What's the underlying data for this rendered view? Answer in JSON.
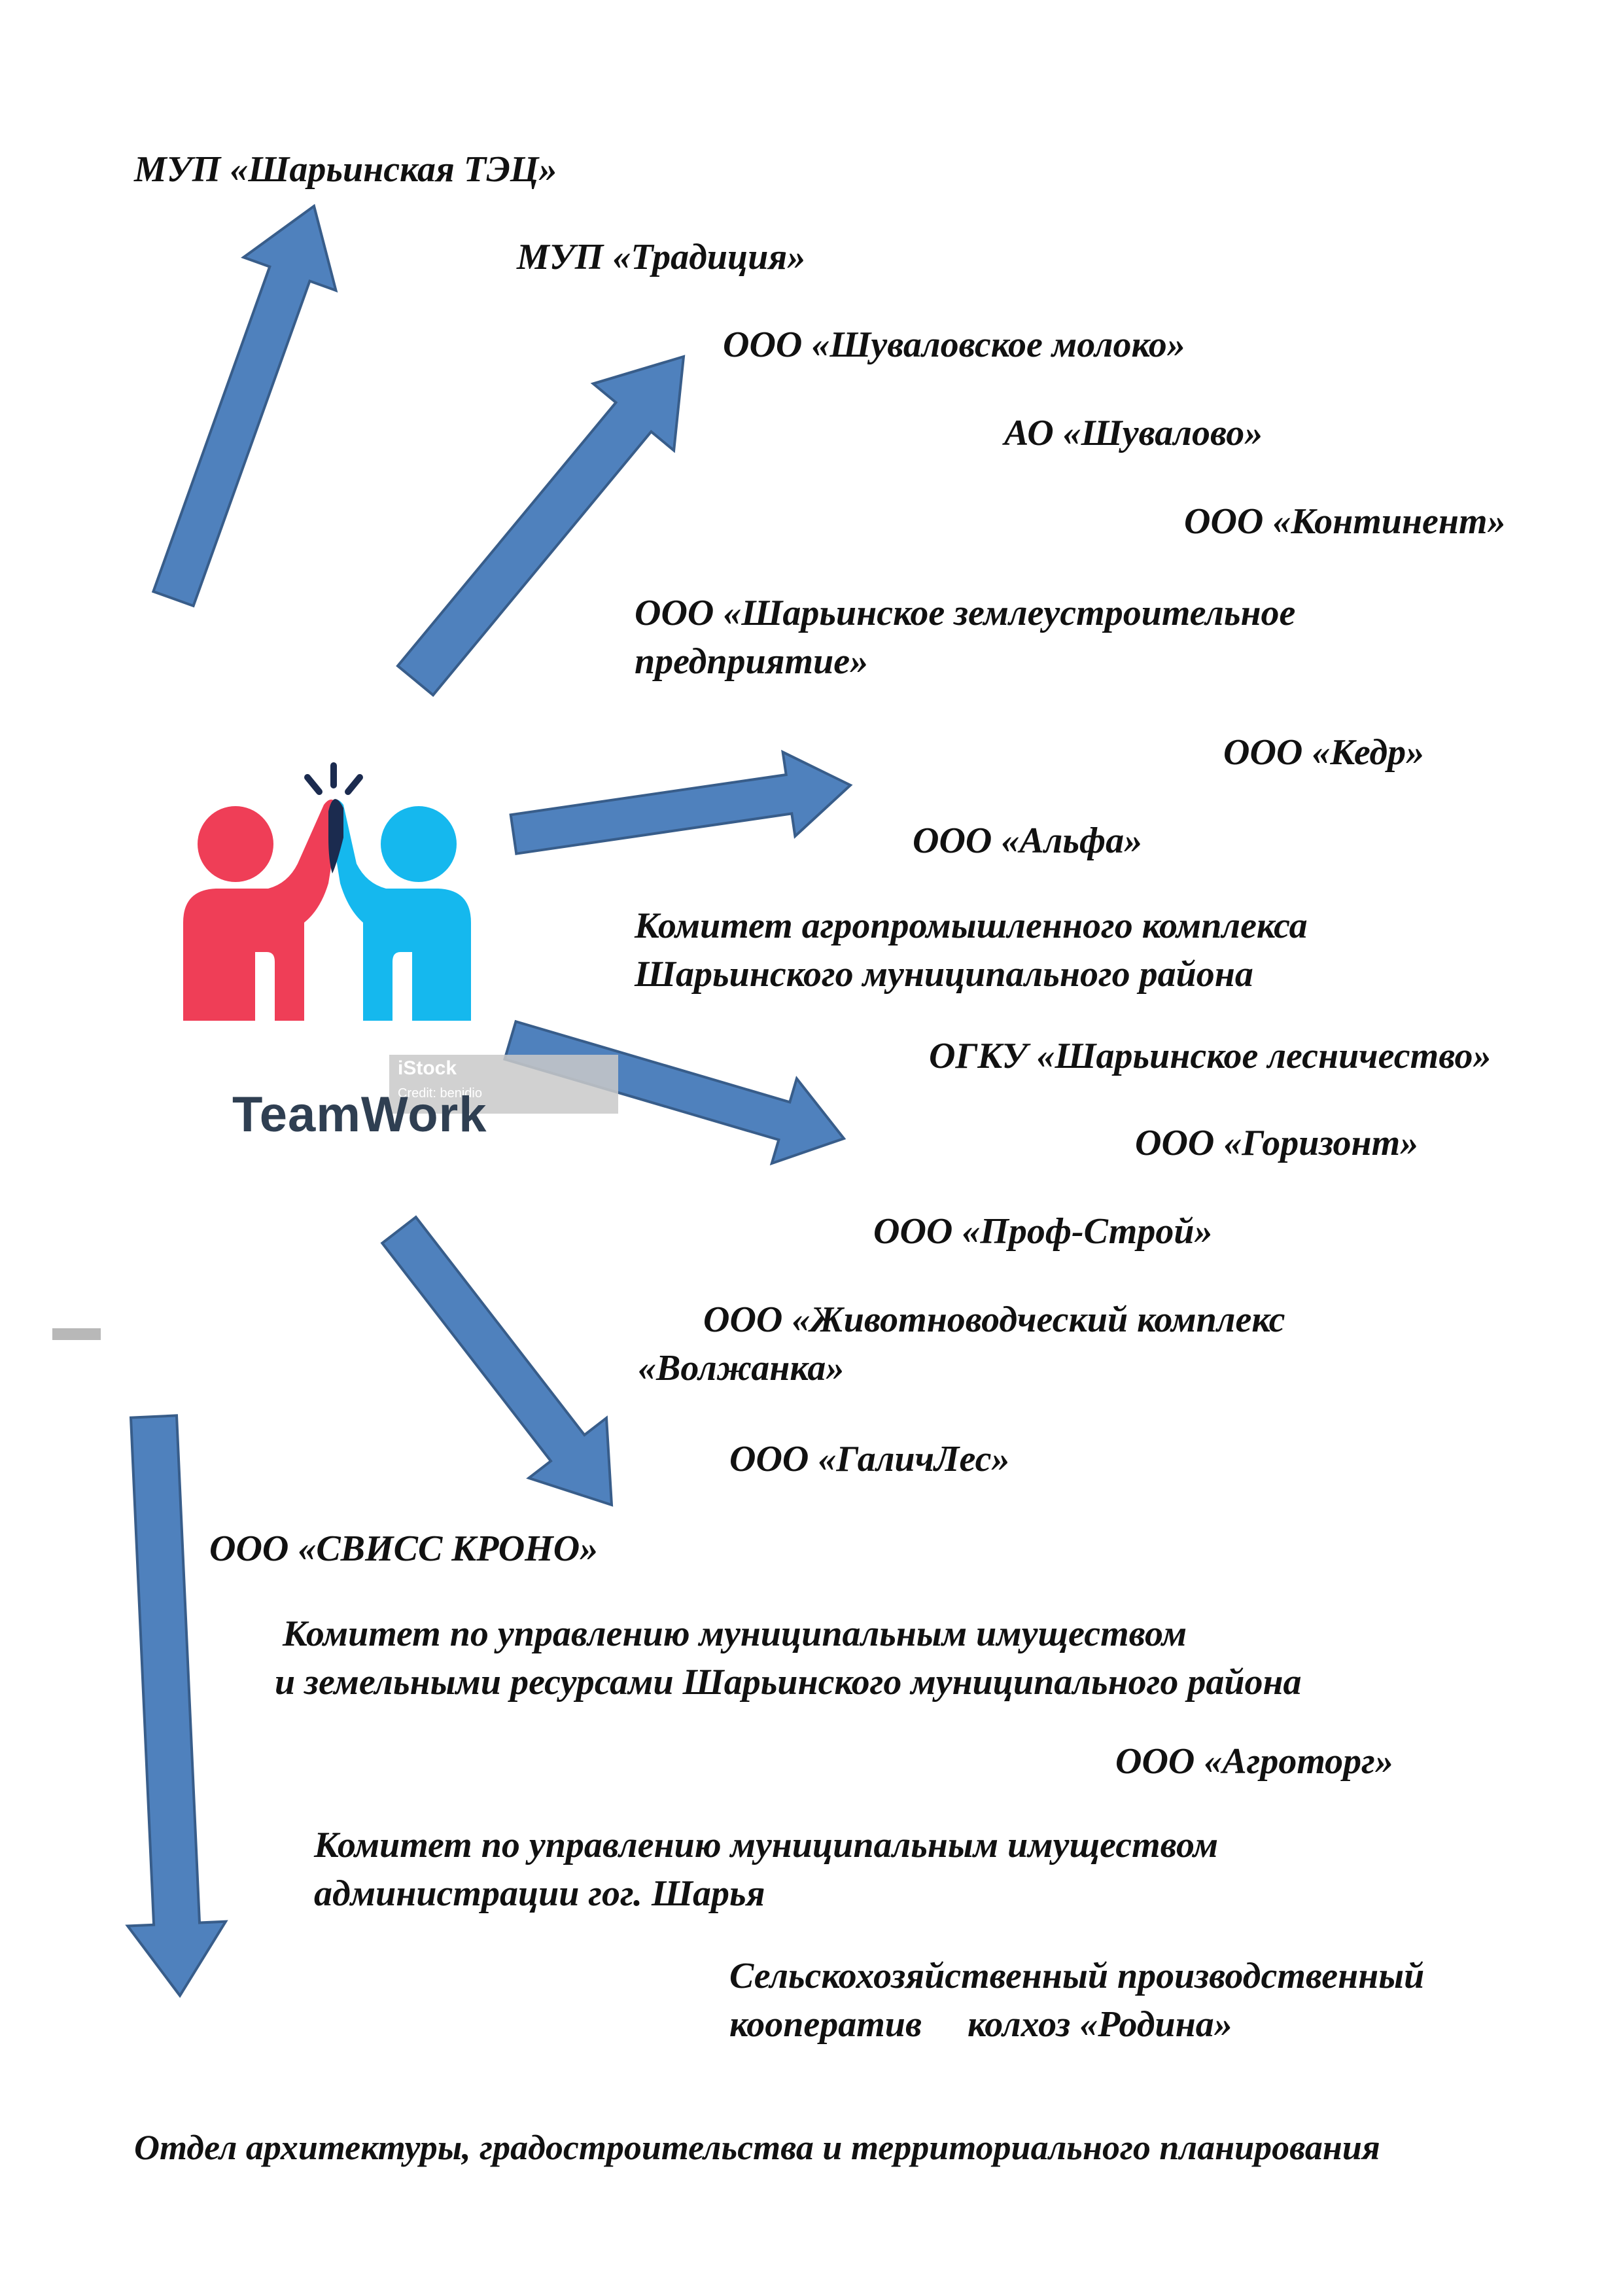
{
  "labels": {
    "mup_tec": "МУП «Шарьинская ТЭЦ»",
    "mup_tradiciya": "МУП «Традиция»",
    "shuvalovskoe_moloko": "ООО «Шуваловское молоко»",
    "ao_shuvalovo": "АО «Шувалово»",
    "kontinent": "ООО «Континент»",
    "zemleustroitelnoe_1": "ООО «Шарьинское землеустроительное",
    "zemleustroitelnoe_2": "предприятие»",
    "kedr": "ООО «Кедр»",
    "alfa": "ООО «Альфа»",
    "komitet_apk_1": "Комитет агропромышленного комплекса",
    "komitet_apk_2": "Шарьинского муниципального района",
    "lesnichestvo": "ОГКУ «Шарьинское лесничество»",
    "gorizont": "ООО «Горизонт»",
    "prof_stroy": "ООО «Проф-Строй»",
    "volzhanka_1": "ООО «Животноводческий комплекс",
    "volzhanka_2": "«Волжанка»",
    "galichles": "ООО «ГаличЛес»",
    "swiss_krono": "ООО «СВИСС КРОНО»",
    "komitet_imushch_1": "Комитет по управлению муниципальным имуществом",
    "komitet_imushch_2": "и земельными ресурсами Шарьинского   муниципального района",
    "agrotorg": "ООО «Агроторг»",
    "komitet_gog_1": "Комитет по управлению муниципальным имуществом",
    "komitet_gog_2": "администрации гог. Шарья",
    "kolhoz_1": "Сельскохозяйственный производственный",
    "kolhoz_2": "кооператив     колхоз «Родина»",
    "otdel_arh": "Отдел архитектуры, градостроительства и  территориального планирования"
  },
  "logo": {
    "text": "TeamWork",
    "stock_name": "iStock",
    "stock_credit": "Credit: benidio"
  },
  "colors": {
    "arrow_fill": "#4f81bd",
    "arrow_stroke": "#385d8a",
    "person_left": "#ef3e57",
    "person_right": "#15b8ee",
    "hands_overlap": "#1b2b4f",
    "text": "#111111",
    "logo_text": "#2f3f52"
  }
}
